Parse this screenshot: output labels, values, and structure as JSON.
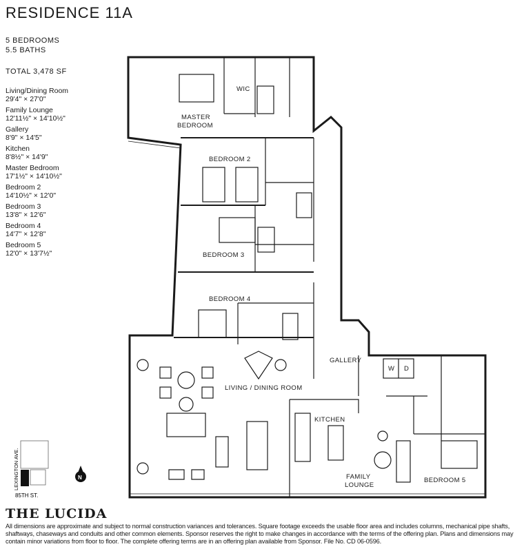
{
  "header": {
    "title": "RESIDENCE 11A",
    "bedrooms": "5 BEDROOMS",
    "baths": "5.5 BATHS",
    "total": "TOTAL 3,478 SF"
  },
  "dimensions": [
    {
      "name": "Living/Dining Room",
      "value": "29'4\" × 27'0\""
    },
    {
      "name": "Family Lounge",
      "value": "12'11½\" × 14'10½\""
    },
    {
      "name": "Gallery",
      "value": "8'9\" × 14'5\""
    },
    {
      "name": "Kitchen",
      "value": "8'8½\" × 14'9\""
    },
    {
      "name": "Master Bedroom",
      "value": "17'1½\" × 14'10½\""
    },
    {
      "name": "Bedroom 2",
      "value": "14'10½\" × 12'0\""
    },
    {
      "name": "Bedroom 3",
      "value": "13'8\" × 12'6\""
    },
    {
      "name": "Bedroom 4",
      "value": "14'7\" × 12'8\""
    },
    {
      "name": "Bedroom 5",
      "value": "12'0\" × 13'7½\""
    }
  ],
  "plan_labels": {
    "wic": "WIC",
    "master": "MASTER",
    "master2": "BEDROOM",
    "bedroom2": "BEDROOM 2",
    "bedroom3": "BEDROOM 3",
    "bedroom4": "BEDROOM 4",
    "bedroom5": "BEDROOM 5",
    "living": "LIVING / DINING ROOM",
    "kitchen": "KITCHEN",
    "family": "FAMILY",
    "family2": "LOUNGE",
    "gallery": "GALLERY",
    "washer": "W",
    "dryer": "D"
  },
  "keyplan": {
    "avenue": "LEXINGTON AVE.",
    "street": "85TH ST.",
    "north": "N"
  },
  "footer": {
    "brand": "THE LUCIDA",
    "disclaimer": "All dimensions are approximate and subject to normal construction variances and tolerances. Square footage exceeds the usable floor area and includes columns, mechanical pipe shafts, shaftways, chaseways and conduits and other common elements. Sponsor reserves the right to make changes in accordance with the terms of the offering plan. Plans and dimensions may contain minor variations from floor to floor. The complete offering terms are in an offering plan available from Sponsor. File No. CD 06-0596."
  }
}
